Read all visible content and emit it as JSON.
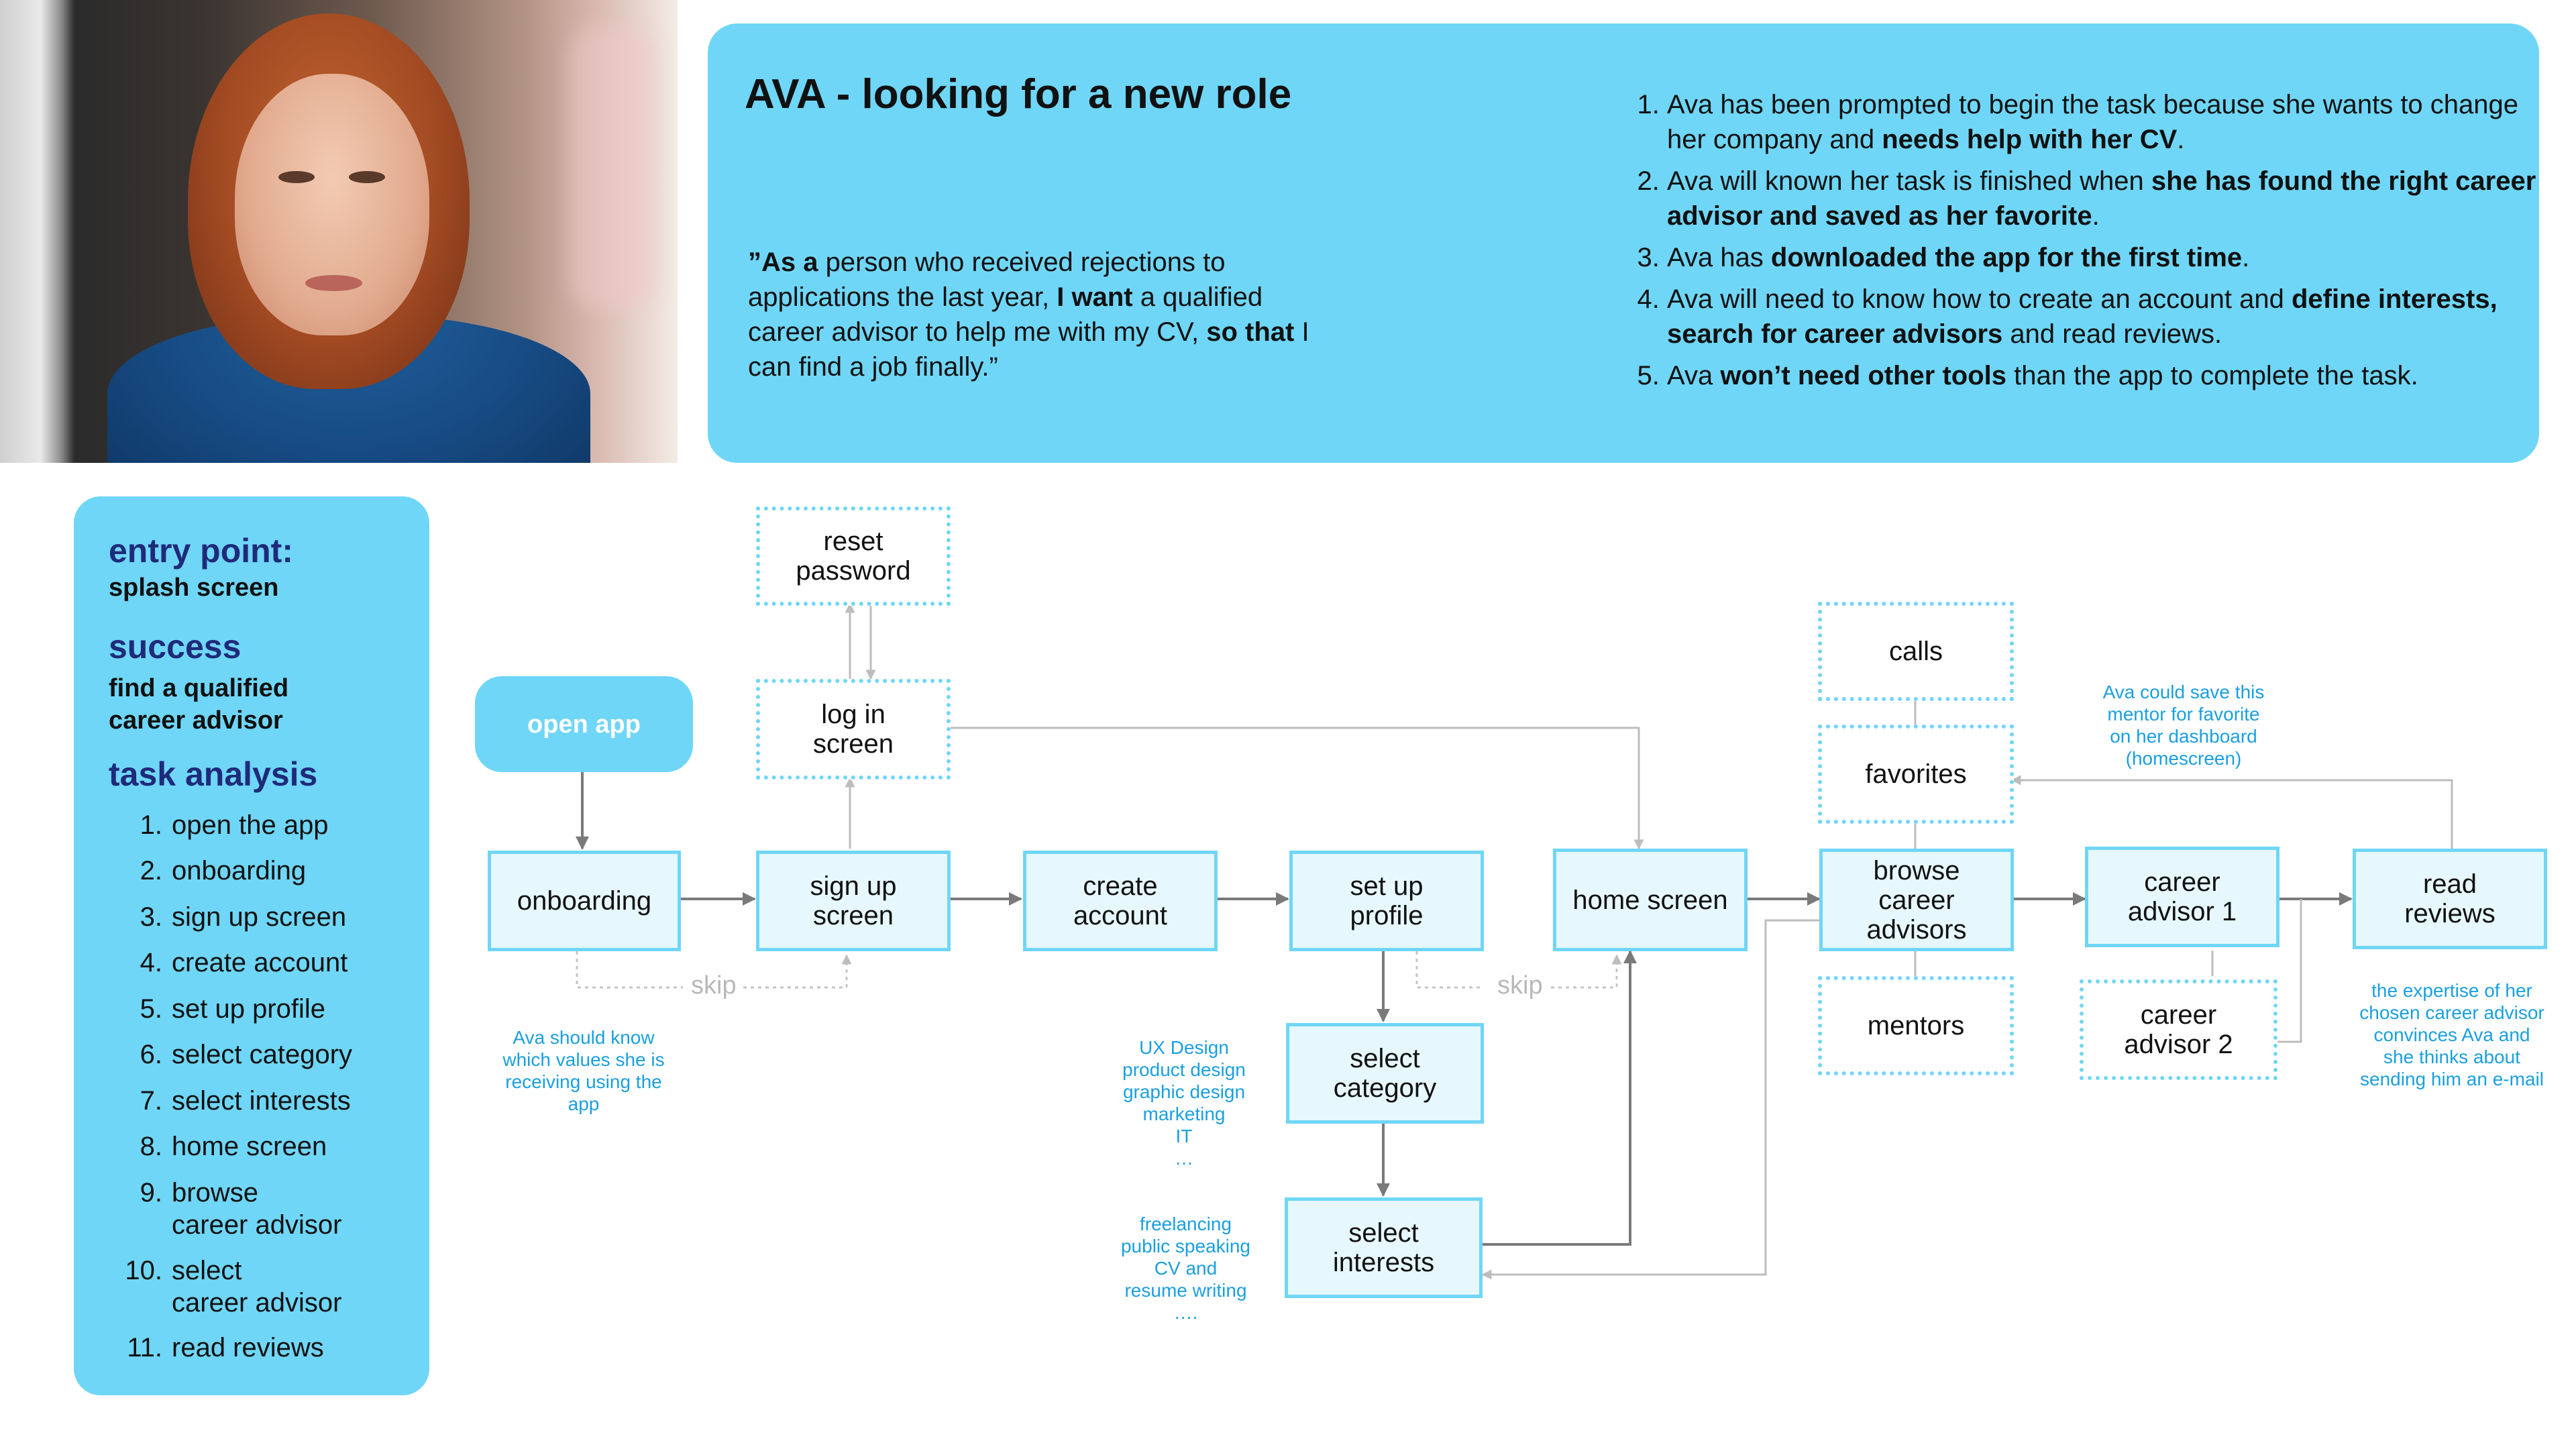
{
  "persona": {
    "title": "AVA - looking for a new role",
    "quote": {
      "p1_bold": "”As a",
      "p1": " person who received rejections to applications the last year, ",
      "p2_bold": "I want",
      "p2": " a qualified career advisor to help me with my CV, ",
      "p3_bold": "so that",
      "p3": " I can find a job finally.”"
    }
  },
  "scenario": [
    {
      "t1": "Ava has been prompted to begin the task because she wants to change her company and ",
      "b1": "needs help with her CV",
      "t2": ".",
      "b2": "",
      "t3": ""
    },
    {
      "t1": "Ava will known her task is finished when ",
      "b1": "she has found the right career advisor and saved as her favorite",
      "t2": ".",
      "b2": "",
      "t3": ""
    },
    {
      "t1": "Ava has ",
      "b1": "downloaded the app for the first time",
      "t2": ".",
      "b2": "",
      "t3": ""
    },
    {
      "t1": "Ava will need to know how to create an account and ",
      "b1": "define interests, search for career advisors",
      "t2": " and read reviews.",
      "b2": "",
      "t3": ""
    },
    {
      "t1": "Ava ",
      "b1": "won’t need other tools",
      "t2": " than the app to complete the task.",
      "b2": "",
      "t3": ""
    }
  ],
  "left_panel": {
    "entry_heading": "entry point:",
    "entry_value": "splash screen",
    "success_heading": "success",
    "success_line1": "find a qualified",
    "success_line2": "career advisor",
    "task_heading": "task analysis",
    "tasks": [
      {
        "n": "1.",
        "a": "open the app",
        "b": ""
      },
      {
        "n": "2.",
        "a": "onboarding",
        "b": ""
      },
      {
        "n": "3.",
        "a": "sign up screen",
        "b": ""
      },
      {
        "n": "4.",
        "a": "create account",
        "b": ""
      },
      {
        "n": "5.",
        "a": "set up profile",
        "b": ""
      },
      {
        "n": "6.",
        "a": "select category",
        "b": ""
      },
      {
        "n": "7.",
        "a": "select interests",
        "b": ""
      },
      {
        "n": "8.",
        "a": "home screen",
        "b": ""
      },
      {
        "n": "9.",
        "a": "browse",
        "b": "career advisor"
      },
      {
        "n": "10.",
        "a": "select",
        "b": "career advisor"
      },
      {
        "n": "11.",
        "a": "read reviews",
        "b": ""
      }
    ]
  },
  "nodes": {
    "open_app": "open app",
    "onboarding": "onboarding",
    "sign_up_1": "sign up",
    "sign_up_2": "screen",
    "log_in_1": "log in",
    "log_in_2": "screen",
    "reset_1": "reset",
    "reset_2": "password",
    "create_1": "create",
    "create_2": "account",
    "setup_1": "set up",
    "setup_2": "profile",
    "select_cat_1": "select",
    "select_cat_2": "category",
    "select_int_1": "select",
    "select_int_2": "interests",
    "home": "home screen",
    "calls": "calls",
    "favorites": "favorites",
    "browse_1": "browse",
    "browse_2": "career",
    "browse_3": "advisors",
    "mentors": "mentors",
    "advisor1_1": "career",
    "advisor1_2": "advisor 1",
    "advisor2_1": "career",
    "advisor2_2": "advisor 2",
    "reviews_1": "read",
    "reviews_2": "reviews"
  },
  "skip_label": "skip",
  "notes": {
    "onboarding": [
      "Ava should know",
      "which values she is",
      "receiving using the",
      "app"
    ],
    "categories": [
      "UX Design",
      "product design",
      "graphic design",
      "marketing",
      "IT",
      "…"
    ],
    "interests": [
      "freelancing",
      "public speaking",
      "CV and",
      "resume writing",
      "…."
    ],
    "favorite": [
      "Ava could save this",
      "mentor for favorite",
      "on her dashboard",
      "(homescreen)"
    ],
    "reviews": [
      "the expertise of her",
      "chosen career advisor",
      "convinces Ava and",
      "she thinks about",
      "sending him an e-mail"
    ]
  },
  "colors": {
    "panel": "#6fd6f7",
    "node_fill": "#e6f8fd",
    "heading": "#1f2a7a",
    "note": "#1a9fe0",
    "arrow": "#7a7a7a",
    "thin_line": "#c4c4c4"
  }
}
